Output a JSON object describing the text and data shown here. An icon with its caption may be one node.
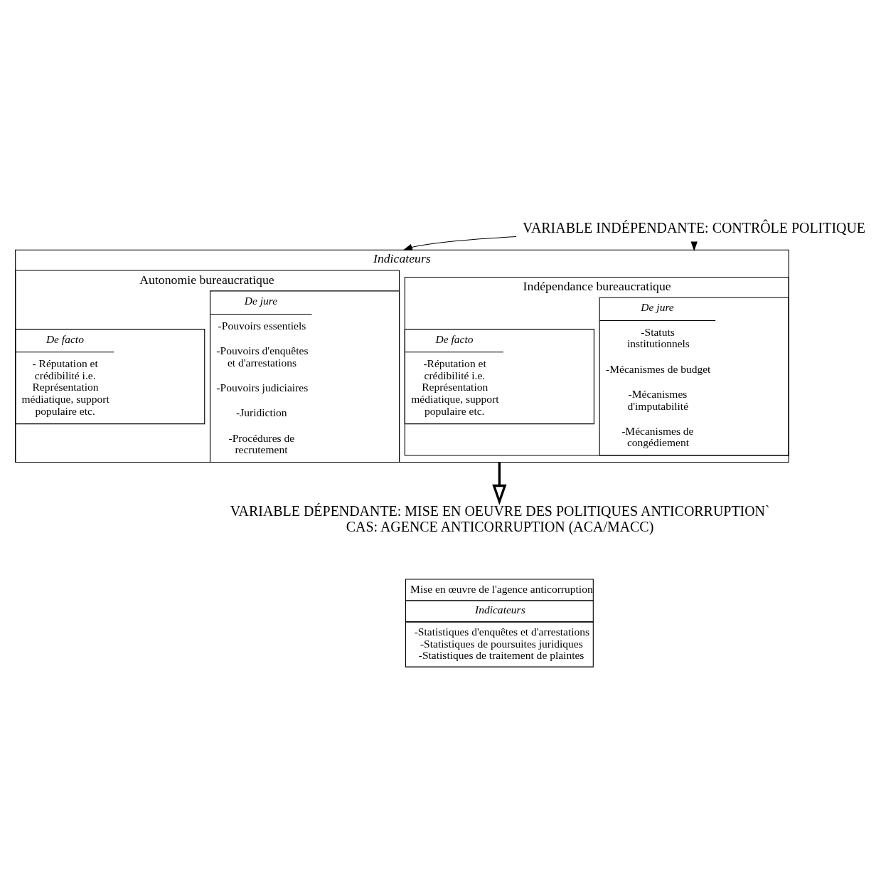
{
  "diagram": {
    "nodes": [
      {
        "text": [
          "VARIABLE INDÉPENDANTE: CONTRÔLE POLITIQUE"
        ]
      },
      {
        "text": [
          "Indicateurs"
        ]
      },
      {
        "text": [
          "Indépendance bureaucratique"
        ],
        "in": 1
      },
      {
        "text": [
          "Autonomie bureaucratique"
        ],
        "in": 1
      },
      {
        "text": [
          "De jure",
          "-Statuts institutionnels",
          "-Mécanismes de budget",
          "-Mécanismes d'imputabilité",
          "-Mécanismes de congédiement"
        ],
        "in": 2
      },
      {
        "text": [
          "De facto",
          "-Réputation et crédibilité i.e. Représentation médiatique, support populaire etc."
        ],
        "in": 2
      },
      {
        "text": [
          "De jure",
          "-Pouvoirs essentiels",
          "-Pouvoirs d'enquêtes et d'arrestations",
          "-Pouvoirs judiciaires",
          "-Juridiction",
          "-Procédures de recrutement"
        ],
        "in": 3
      },
      {
        "text": [
          "De facto",
          "- Réputation et crédibilité i.e. Représentation médiatique, support populaire etc."
        ],
        "in": 3
      },
      {
        "text": [
          "VARIABLE DÉPENDANTE: MISE EN OEUVRE DES POLITIQUES ANTICORRUPTION`",
          "CAS: AGENCE ANTICORRUPTION (ACA/MACC)"
        ]
      },
      {
        "text": [
          "Mise en œuvre de l'agence anticorruption",
          "Indicateurs",
          "-Statistiques d'enquêtes et d'arrestations",
          "-Statistiques de poursuites juridiques",
          "-Statistiques de traitement de plaintes"
        ]
      }
    ],
    "edges": [
      {
        "from": 0,
        "to": 1,
        "arrow": "to"
      },
      {
        "from": 0,
        "to": 1,
        "arrow": "to"
      },
      {
        "from": 1,
        "to": 8,
        "arrow": "to",
        "style": "thick"
      }
    ]
  }
}
